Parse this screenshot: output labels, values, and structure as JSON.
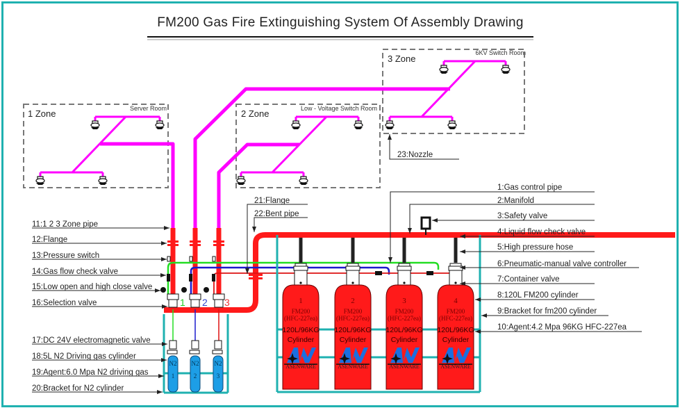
{
  "title": "FM200 Gas Fire Extinguishing System Of Assembly Drawing",
  "zones": [
    {
      "name": "1 Zone",
      "room": "Server Room"
    },
    {
      "name": "2 Zone",
      "room": "Low - Voltage Switch Room"
    },
    {
      "name": "3 Zone",
      "room": "6KV Switch Room"
    }
  ],
  "labels_right": [
    "1:Gas control pipe",
    "2:Manifold",
    "3:Safety valve",
    "4:Liquid flow check valve",
    "5:High pressure hose",
    "6:Pneumatic-manual valve controller",
    "7:Container valve",
    "8:120L FM200 cylinder",
    "9:Bracket for fm200 cylinder",
    "10:Agent:4.2 Mpa 96KG HFC-227ea"
  ],
  "labels_left": [
    "11:1 2 3 Zone pipe",
    "12:Flange",
    "13:Pressure switch",
    "14:Gas flow check valve",
    "15:Low open and high close valve",
    "16:Selection valve",
    "17:DC 24V electromagnetic valve",
    "18:5L N2  Driving gas cylinder",
    "19:Agent:6.0 Mpa N2 driving gas",
    "20:Bracket for N2  cylinder"
  ],
  "labels_middle": [
    "21:Flange",
    "22:Bent pipe"
  ],
  "nozzle_label": "23:Nozzle",
  "fm200_cylinders": [
    {
      "number": "1",
      "line1": "FM200",
      "line2": "(HFC-227ea)",
      "capacity": "120L/96KG",
      "line4": "Cylinder",
      "brand": "ASENWARE"
    },
    {
      "number": "2",
      "line1": "FM200",
      "line2": "(HFC-227ea)",
      "capacity": "120L/96KG",
      "line4": "Cylinder",
      "brand": "ASENWARE"
    },
    {
      "number": "3",
      "line1": "FM200",
      "line2": "(HFC-227ea)",
      "capacity": "120L/96KG",
      "line4": "Cylinder",
      "brand": "ASENWARE"
    },
    {
      "number": "4",
      "line1": "FM200",
      "line2": "(HFC-227ea)",
      "capacity": "120L/96KG",
      "line4": "Cylinder",
      "brand": "ASENWARE"
    }
  ],
  "n2_cylinders": [
    {
      "gas": "N2",
      "number": "1"
    },
    {
      "gas": "N2",
      "number": "2"
    },
    {
      "gas": "N2",
      "number": "3"
    }
  ],
  "selection_valve_numbers": [
    "1",
    "2",
    "3"
  ],
  "colors": {
    "frame": "#1fb1b0",
    "zone_pipe": "#ff00ff",
    "agent_pipe": "#ff1a1a",
    "control_green": "#22dd22",
    "control_blue": "#1a1acc",
    "bracket": "#1fb1b0",
    "fm200_cylinder": "#ff1a1a",
    "n2_cylinder": "#1d9ee6",
    "logo": "#1a6fe0"
  }
}
